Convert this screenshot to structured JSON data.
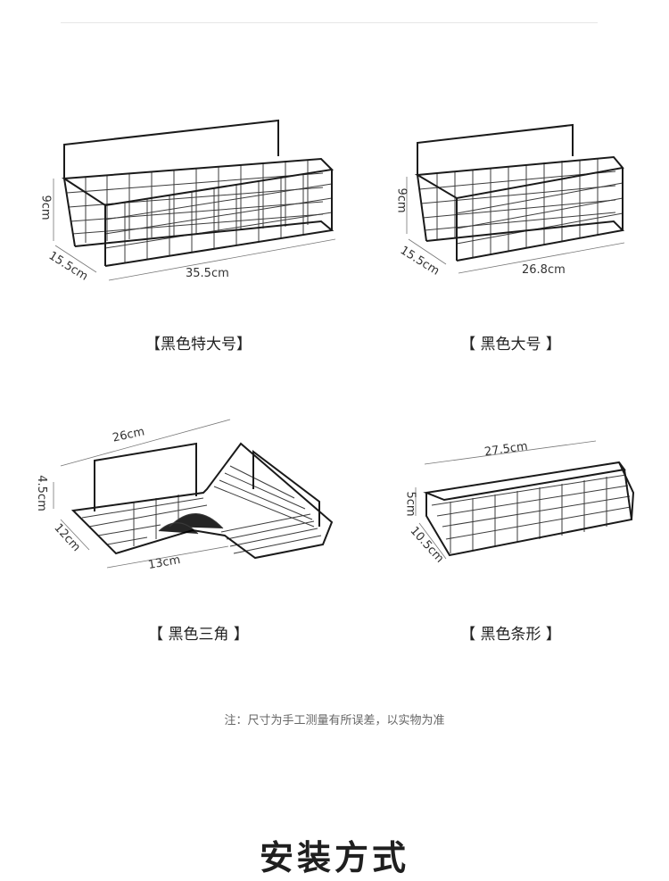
{
  "products": [
    {
      "name": "【黑色特大号】",
      "dims": {
        "height": "9cm",
        "depth": "15.5cm",
        "width": "35.5cm"
      }
    },
    {
      "name": "【 黑色大号 】",
      "dims": {
        "height": "9cm",
        "depth": "15.5cm",
        "width": "26.8cm"
      }
    },
    {
      "name": "【 黑色三角 】",
      "dims": {
        "length": "26cm",
        "height": "4.5cm",
        "depth": "12cm",
        "width": "13cm"
      }
    },
    {
      "name": "【 黑色条形 】",
      "dims": {
        "length": "27.5cm",
        "height": "5cm",
        "depth": "10.5cm"
      }
    }
  ],
  "note": "注：尺寸为手工测量有所误差，以实物为准",
  "section_title": "安装方式",
  "colors": {
    "wire": "#1a1a1a",
    "dim_line": "#777777",
    "text": "#222222",
    "note": "#666666"
  }
}
